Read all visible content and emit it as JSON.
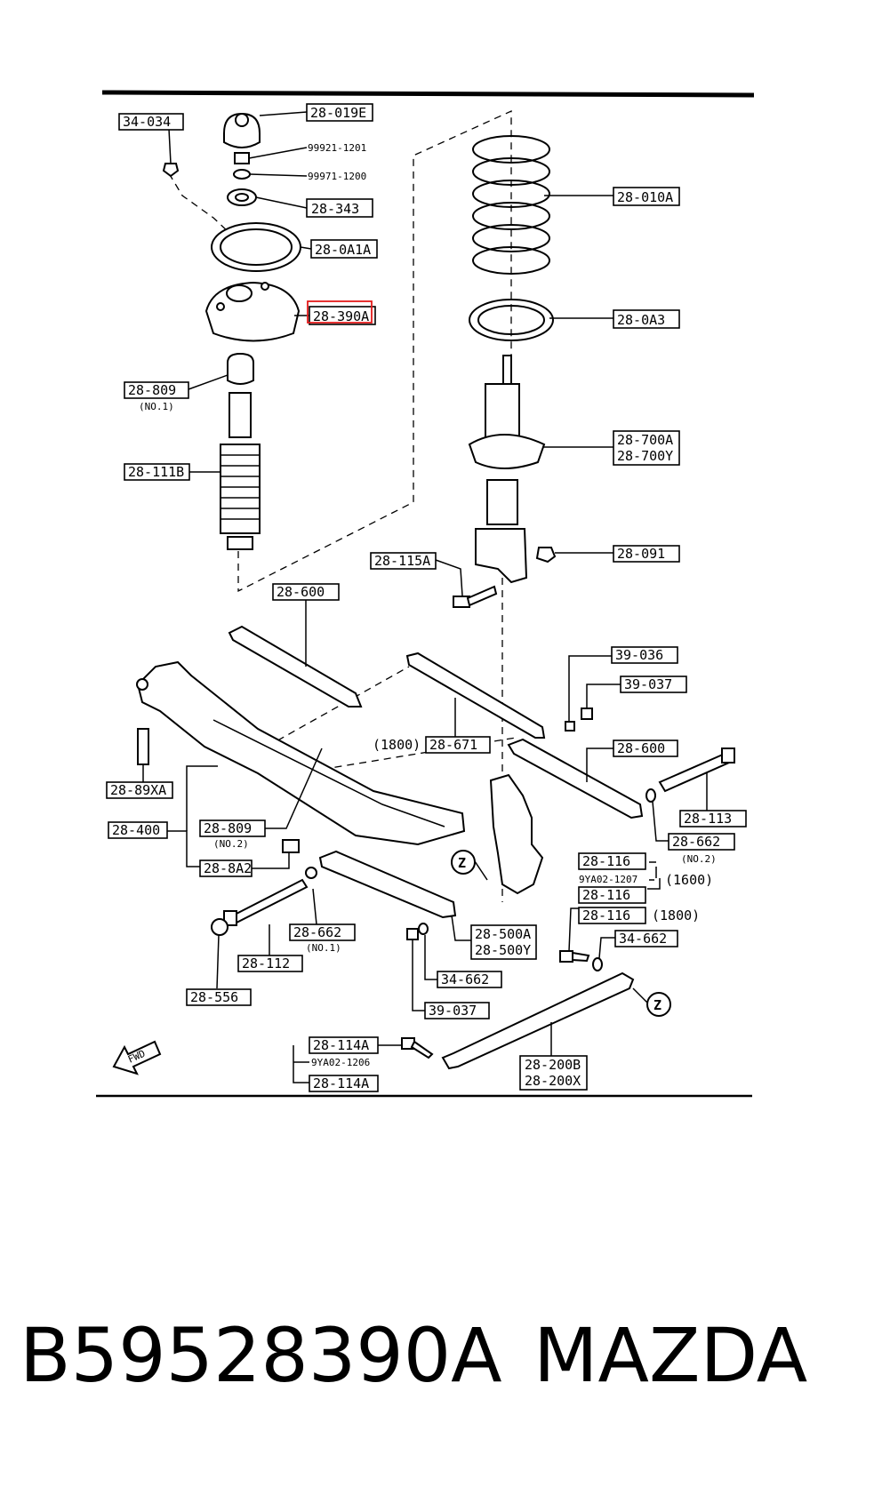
{
  "labels": {
    "l34034": "34-034",
    "l28019E": "28-019E",
    "l99921": "99921-1201",
    "l99971": "99971-1200",
    "l28343": "28-343",
    "l280A1A": "28-0A1A",
    "l28390A": "28-390A",
    "l28809a": "28-809",
    "no1a": "(NO.1)",
    "l28111B": "28-111B",
    "l28010A": "28-010A",
    "l280A3": "28-0A3",
    "l28700A": "28-700A",
    "l28700Y": "28-700Y",
    "l28091": "28-091",
    "l28115A": "28-115A",
    "l28600a": "28-600",
    "l39036": "39-036",
    "l39037a": "39-037",
    "p1800a": "(1800)",
    "l28671": "28-671",
    "l28600b": "28-600",
    "l2889XA": "28-89XA",
    "l28113": "28-113",
    "l28400": "28-400",
    "l28809b": "28-809",
    "no2a": "(NO.2)",
    "l28662a": "28-662",
    "no2b": "(NO.2)",
    "l288A2": "28-8A2",
    "l28116a": "28-116",
    "l9YA021207": "9YA02-1207",
    "p1600": "(1600)",
    "l28116b": "28-116",
    "l28116c": "28-116",
    "p1800b": "(1800)",
    "l28662b": "28-662",
    "no1b": "(NO.1)",
    "l28500A": "28-500A",
    "l28500Y": "28-500Y",
    "l34662a": "34-662",
    "l34662b": "34-662",
    "l28112": "28-112",
    "l28556": "28-556",
    "l39037b": "39-037",
    "l28114Aa": "28-114A",
    "l9YA021206": "9YA02-1206",
    "l28114Ab": "28-114A",
    "l28200B": "28-200B",
    "l28200X": "28-200X",
    "z": "Z",
    "fwd": "FWD"
  },
  "highlight_color": "#e31b1b",
  "caption": {
    "part_number": "B59528390A",
    "brand": "MAZDA"
  }
}
